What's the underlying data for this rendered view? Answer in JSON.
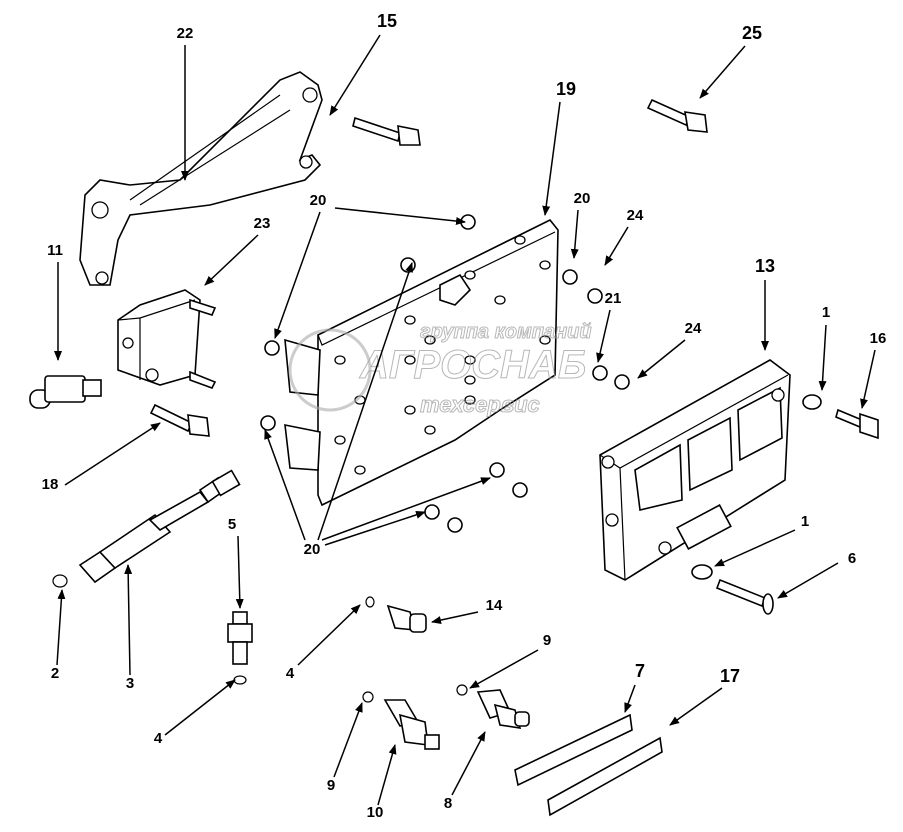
{
  "diagram": {
    "callouts": [
      "22",
      "15",
      "25",
      "19",
      "20",
      "20",
      "24",
      "23",
      "11",
      "13",
      "1",
      "16",
      "21",
      "24",
      "18",
      "20",
      "5",
      "1",
      "6",
      "14",
      "2",
      "3",
      "4",
      "9",
      "7",
      "17",
      "4",
      "9",
      "10",
      "8"
    ],
    "watermark": {
      "line1": "группа компаний",
      "line2": "АГРОСНАБ",
      "line3": "техсервис"
    }
  }
}
